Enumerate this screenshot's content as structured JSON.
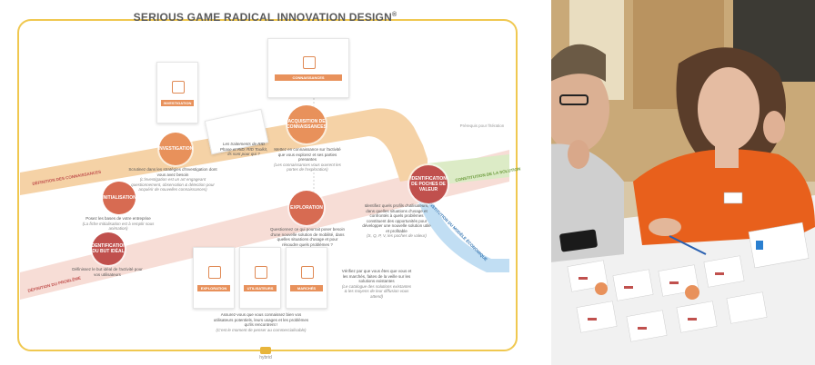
{
  "poster": {
    "title": "SERIOUS GAME RADICAL INNOVATION DESIGN",
    "reg": "®",
    "footer_brand": "hybrid",
    "axes": {
      "connaissances": "DÉFINITION DES CONNAISSANCES",
      "probleme": "DÉFINITION DU PROBLÈME",
      "solution": "CONSTITUTION DE LA SOLUTION",
      "economique": "CONSTITUTION DU MODÈLE ÉCONOMIQUE"
    },
    "nodes": {
      "investigation": "INVESTIGATION",
      "initialisation": "INITIALISATION",
      "identification_but": "IDENTIFICATION DU BUT IDÉAL",
      "acquisition": "ACQUISITION DE CONNAISSANCES",
      "exploration": "EXPLORATION",
      "poches": "IDENTIFICATION DE POCHES DE VALEUR"
    },
    "texts": {
      "investigation": "Scrutinez dans les stratégies d'investigation dont vous avez besoin",
      "investigation_q": "(L'investigation est un art engageant questionnement, observation & détection pour acquérir de nouvelles connaissances)",
      "initialisation": "Posez les bases de votre entreprise",
      "initialisation_q": "(La fiche Initialisation est à remplir sous animation)",
      "identification": "Définissez le but idéal de l'activité pour vos utilisateurs",
      "acquisition": "Mettez en connaissance sur l'activité que vous explorez et ses parties prenantes",
      "acquisition_q": "(Les connaissances vous ouvrent les portes de l'exploration)",
      "exploration": "Questionnez ce qui pourrait poser besoin d'une nouvelle solution de mobilité, dans quelles situations d'usage et pour résoudre quels problèmes ?",
      "poches": "Identifiez quels profils d'utilisateurs, dans quelles situations d'usage et confrontés à quels problèmes constituent des opportunités pour développer une nouvelle solution utile et profitable",
      "poches_q": "(S, Q, P, V, les poches de valeur)",
      "bottom_center": "Assurez-vous que vous connaissez bien vos utilisateurs potentiels, leurs usages et les problèmes qu'ils rencontrent !",
      "bottom_center_q": "(C'est le moment de penser au commercialisable)",
      "bottom_right": "Vérifiez par que vous êtes que vous et les marchés, faites de la veille sur les solutions existantes",
      "bottom_right_q": "(Le catalogue des solutions existantes & les moyens de leur diffusion vous attend)",
      "top_right": "Prérequis pour l'itération",
      "middle": "Les traitements de RID Phase et RID, RID Toolkit, ils sont pour qui ?"
    },
    "cards": {
      "investigation": "INVESTIGATION",
      "connaissances": "CONNAISSANCES",
      "bottom1": "EXPLORATION",
      "bottom2": "UTILISATEURS",
      "bottom3": "MARCHÉS"
    }
  },
  "colors": {
    "orange": "#e8915b",
    "red": "#c0504d",
    "peach": "#f3c6a5",
    "green": "#cfe3b0",
    "blue": "#a9d0ee",
    "frame": "#f0c850"
  }
}
